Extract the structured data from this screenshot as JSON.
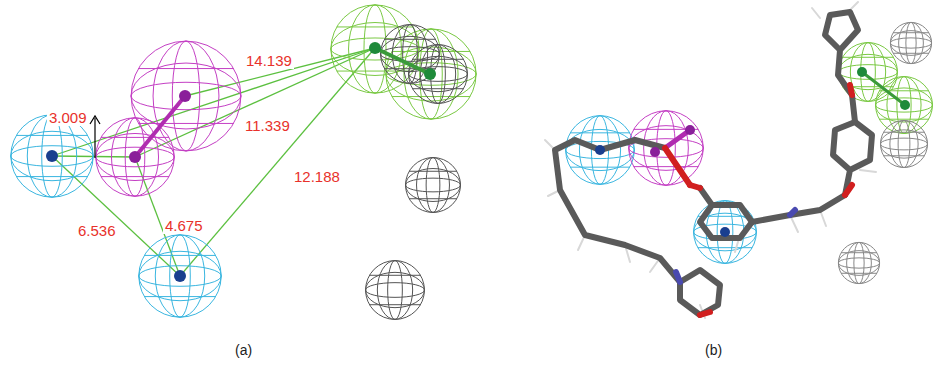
{
  "diagram": {
    "labels": [
      "3.009",
      "14.139",
      "11.339",
      "12.188",
      "4.675",
      "6.536",
      "(a)",
      "(b)"
    ]
  }
}
